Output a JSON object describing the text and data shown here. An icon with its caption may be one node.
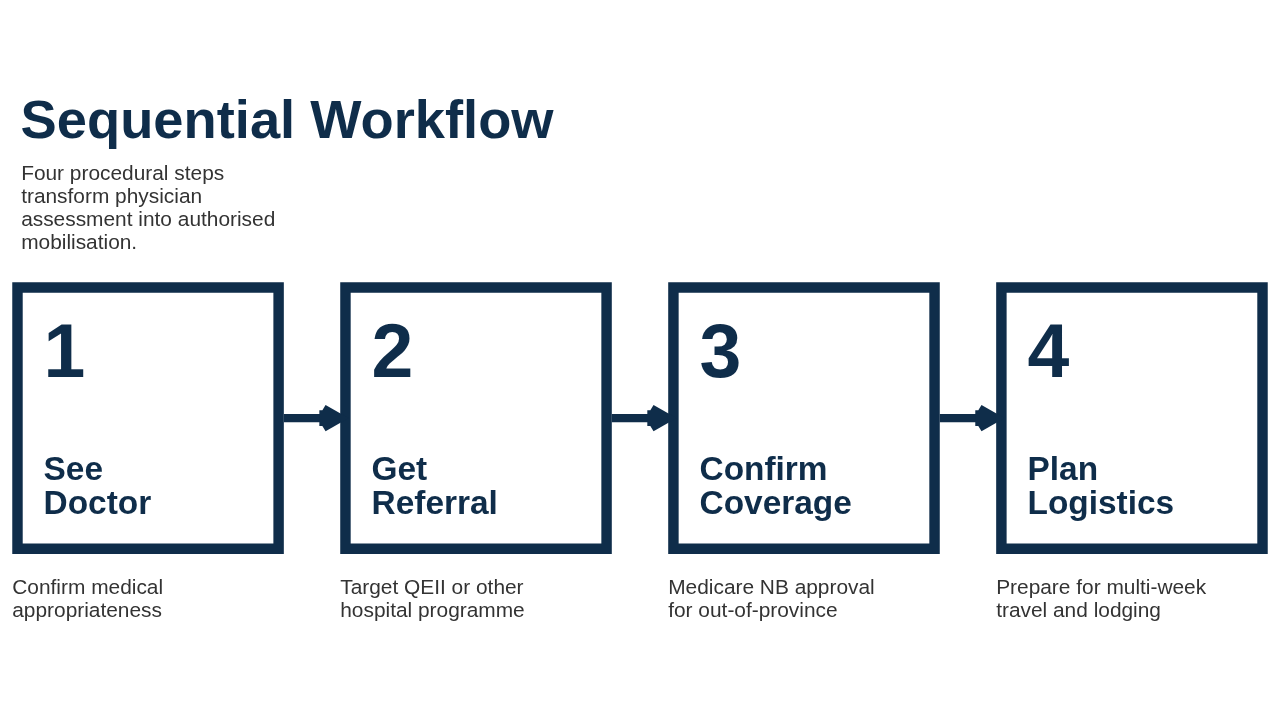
{
  "diagram": {
    "title": "Sequential Workflow",
    "nodes": [
      {
        "text": [
          "1",
          "See Doctor"
        ],
        "beside": [
          "Confirm medical appropriateness"
        ]
      },
      {
        "text": [
          "2",
          "Get Referral"
        ],
        "beside": [
          "Target QEII or other hospital programme"
        ]
      },
      {
        "text": [
          "3",
          "Confirm Coverage"
        ],
        "beside": [
          "Medicare NB approval for out-of-province"
        ]
      },
      {
        "text": [
          "4",
          "Plan Logistics"
        ],
        "beside": [
          "Prepare for multi-week travel and lodging"
        ]
      }
    ],
    "edges": [
      {
        "from": 0,
        "to": 1,
        "arrow": "to"
      },
      {
        "from": 1,
        "to": 2,
        "arrow": "to"
      },
      {
        "from": 2,
        "to": 3,
        "arrow": "to"
      }
    ],
    "labels": [
      "Four procedural steps transform physician assessment into authorised mobilisation."
    ]
  }
}
